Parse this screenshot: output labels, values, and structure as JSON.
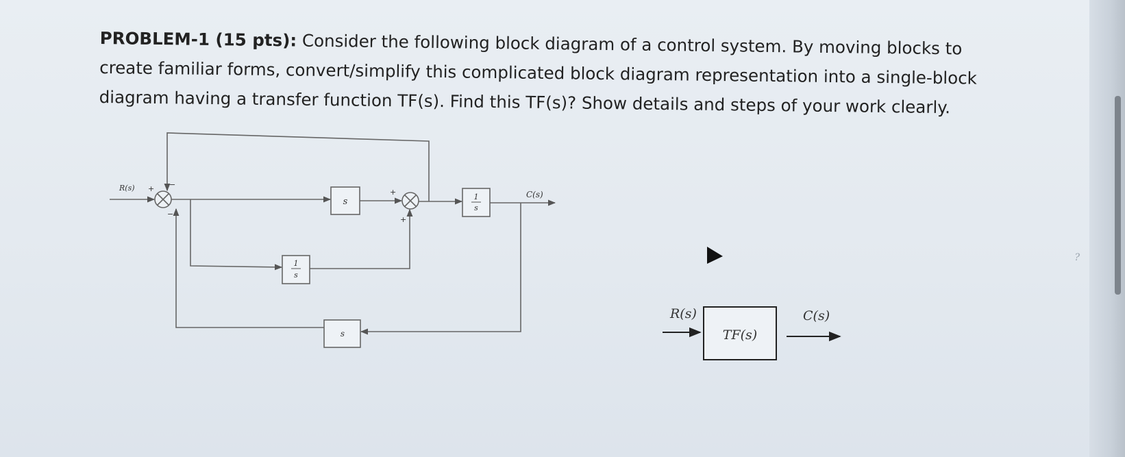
{
  "problem": {
    "heading": "PROBLEM-1 (15 pts):",
    "body": "Consider the following block diagram of a control system. By moving blocks to create familiar forms, convert/simplify this complicated block diagram representation into a single-block diagram having a transfer function TF(s). Find this TF(s)? Show details and steps of your work clearly."
  },
  "diagram": {
    "input_label": "R(s)",
    "output_label": "C(s)",
    "block_s_top": "s",
    "block_integrator_num": "1",
    "block_integrator_den": "s",
    "block_lower_num": "1",
    "block_lower_den": "s",
    "block_s_bottom": "s",
    "sign_plus": "+",
    "sign_minus": "−"
  },
  "equivalent": {
    "input_label": "R(s)",
    "block_label": "TF(s)",
    "output_label": "C(s)"
  },
  "side_mark": "?"
}
